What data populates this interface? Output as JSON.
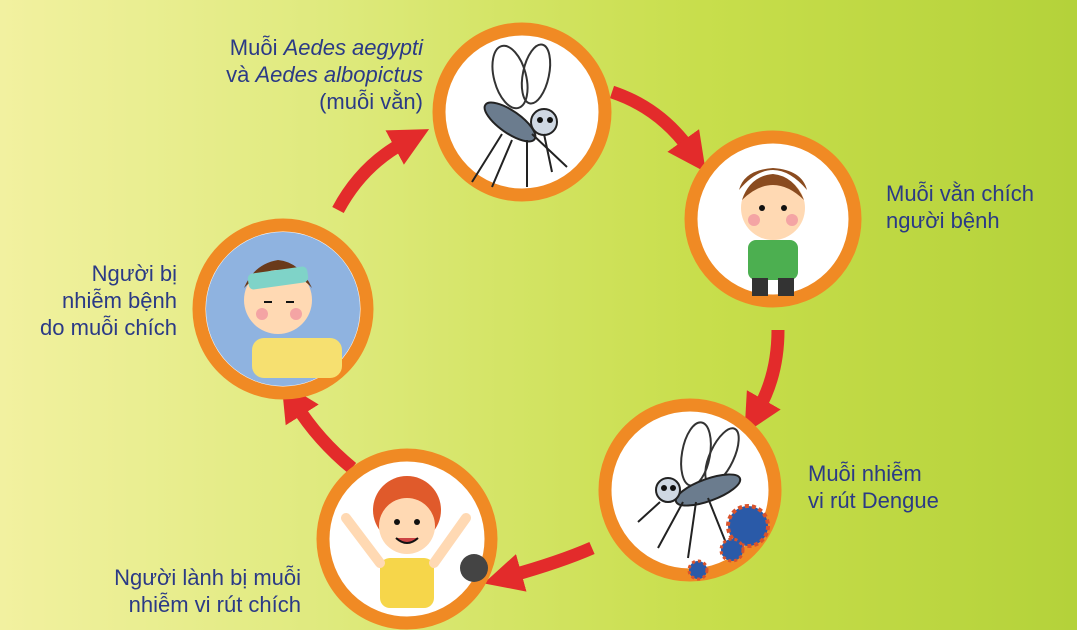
{
  "cycle": {
    "nodes": [
      {
        "id": "aedes-mosquito",
        "icon": "mosquito-icon",
        "label_lines": [
          "Muỗi ",
          "Aedes aegypti",
          "và ",
          "Aedes albopictus",
          "(muỗi vằn)"
        ]
      },
      {
        "id": "bites-sick-person",
        "icon": "sick-boy-icon",
        "label_lines": [
          "Muỗi vằn chích",
          "người bệnh"
        ]
      },
      {
        "id": "infected-mosquito",
        "icon": "infected-mosquito-icon",
        "label_lines": [
          "Muỗi nhiễm",
          "vi rút Dengue"
        ]
      },
      {
        "id": "healthy-person-bitten",
        "icon": "healthy-boy-icon",
        "label_lines": [
          "Người lành bị muỗi",
          "nhiễm vi rút chích"
        ]
      },
      {
        "id": "infected-person",
        "icon": "sick-in-bed-icon",
        "label_lines": [
          "Người bị",
          "nhiễm bệnh",
          "do muỗi chích"
        ]
      }
    ],
    "colors": {
      "ring": "#f08a24",
      "arrow": "#e32b2b",
      "text": "#2b3a86",
      "virus": "#2a5aa8"
    }
  }
}
